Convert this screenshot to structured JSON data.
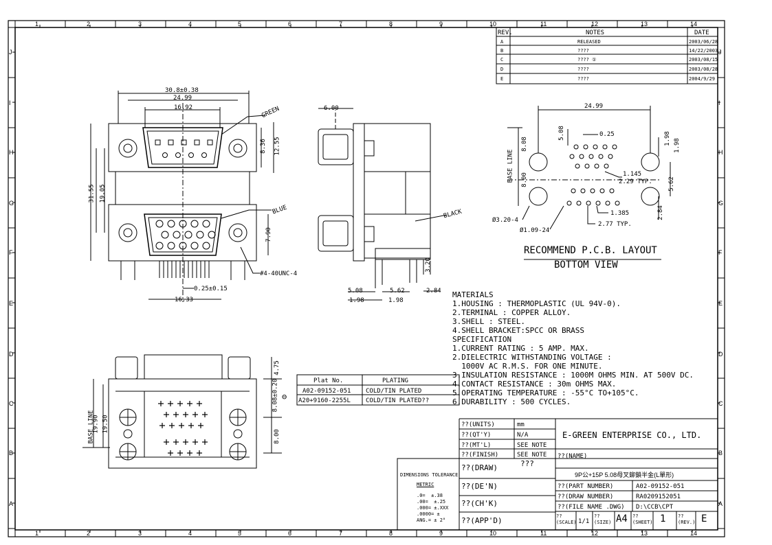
{
  "frame": {
    "cols_top": [
      "1",
      "2",
      "3",
      "4",
      "5",
      "6",
      "7",
      "8",
      "9",
      "10",
      "11",
      "12",
      "13",
      "14"
    ],
    "cols_bottom": [
      "1",
      "2",
      "3",
      "4",
      "5",
      "6",
      "7",
      "8",
      "9",
      "10",
      "11",
      "12",
      "13",
      "14"
    ],
    "rows_left": [
      "J",
      "I",
      "H",
      "G",
      "F",
      "E",
      "D",
      "C",
      "B",
      "A"
    ],
    "rows_right": [
      "J",
      "I",
      "H",
      "G",
      "F",
      "E",
      "D",
      "C",
      "B",
      "A"
    ]
  },
  "revision_table": {
    "headers": [
      "REV.",
      "NOTES",
      "DATE"
    ],
    "rows": [
      {
        "rev": "A",
        "note": "RELEASED",
        "date": "2003/06/28"
      },
      {
        "rev": "B",
        "note": "????",
        "date": "14/22/2003"
      },
      {
        "rev": "C",
        "note": "????      ①",
        "date": "2003/08/15"
      },
      {
        "rev": "D",
        "note": "????",
        "date": "2003/08/28"
      },
      {
        "rev": "E",
        "note": "????",
        "date": "2004/9/29"
      }
    ]
  },
  "front_view": {
    "dims": {
      "overall_width": "30.8±0.38",
      "pitch_outer": "24.99",
      "pitch_inner": "16.92",
      "h_8_36": "8.36",
      "h_12_55": "12.55",
      "v_31_55": "31.55",
      "v_19_05": "19.05",
      "h_7_90": "7.90",
      "tol_025": "0.25±0.15",
      "w_16_33": "16.33"
    },
    "labels": {
      "green": "GREEN",
      "blue": "BLUE",
      "screw": "#4-40UNC-4"
    }
  },
  "side_view": {
    "dims": {
      "d600": "6.00",
      "d508": "5.08",
      "d562": "5.62",
      "d284": "2.84",
      "d320": "3.20",
      "d198a": "1.98",
      "d198b": "1.98"
    },
    "labels": {
      "black": "BLACK"
    }
  },
  "pcb_layout": {
    "dims": {
      "w2499": "24.99",
      "d025": "0.25",
      "d508": "5.08",
      "d808": "8.08",
      "d800": "8.00",
      "d198a": "1.98",
      "d198b": "1.98",
      "d1145": "1.145",
      "d229": "2.29 TYP.",
      "d562": "5.62",
      "d1385": "1.385",
      "d277": "2.77 TYP.",
      "d284": "2.84",
      "hole_large": "Ø3.20-4",
      "hole_small": "Ø1.09-24"
    },
    "base_line": "BASE LINE",
    "title_line1": "RECOMMEND P.C.B. LAYOUT",
    "title_line2": "BOTTOM VIEW"
  },
  "bottom_view": {
    "dims": {
      "d1990a": "19.90",
      "d1990b": "19.50",
      "d475": "4.75",
      "d808": "8.08±0.20",
      "d800": "8.00"
    },
    "base_line": "BASE LINE",
    "circle_mark": "⊖"
  },
  "materials": [
    "MATERIALS",
    "1.HOUSING : THERMOPLASTIC (UL 94V-0).",
    "2.TERMINAL : COPPER ALLOY.",
    "3.SHELL : STEEL.",
    "4.SHELL BRACKET:SPCC OR BRASS",
    "SPECIFICATION",
    "1.CURRENT RATING : 5 AMP. MAX.",
    "2.DIELECTRIC WITHSTANDING VOLTAGE :",
    "  1000V AC R.M.S. FOR ONE MINUTE.",
    "3.INSULATION RESISTANCE : 1000M OHMS MIN. AT 500V DC.",
    "4.CONTACT RESISTANCE : 30m OHMS MAX.",
    "5.OPERATING TEMPERATURE : -55°C TO+105°C.",
    "6.DURABILITY : 500 CYCLES."
  ],
  "plating_table": {
    "headers": [
      "Plat No.",
      "PLATING"
    ],
    "rows": [
      [
        "A02-09152-051",
        "COLD/TIN PLATED"
      ],
      [
        "A20+9160-2255L",
        "COLD/TIN PLATED??"
      ]
    ]
  },
  "title_block": {
    "units_label": "??(UNITS)",
    "units_value": "mm",
    "qty_label": "??(QT'Y)",
    "qty_value": "N/A",
    "mtl_label": "??(MT'L)",
    "mtl_value": "SEE NOTE",
    "finish_label": "??(FINISH)",
    "finish_value": "SEE NOTE",
    "company": "E-GREEN ENTERPRISE CO., LTD.",
    "name_label": "??(NAME)",
    "name_value": "9P公+15P 5.08母叉鉚鎖半金(L單形)",
    "draw_label": "??(DRAW)",
    "draw_value": "???",
    "de_label": "??(DE'N)",
    "ck_label": "??(CH'K)",
    "app_label": "??(APP'D)",
    "part_label": "??(PART NUMBER)",
    "part_value": "A02-09152-051",
    "drawnum_label": "??(DRAW NUMBER)",
    "drawnum_value": "RA0209152051",
    "file_label": "??(FILE NAME .DWG)",
    "file_value": "D:\\CCB\\CPT",
    "scale_label": "??\n(SCALE)",
    "scale_value": "1/1",
    "size_label": "??\n(SIZE)",
    "size_value": "A4",
    "sheet_label": "??\n(SHEET)",
    "sheet_value": "1",
    "rev_label": "??\n(REV.)",
    "rev_value": "E",
    "tolerance_title": "DIMENSIONS TOLERANCE",
    "metric": "METRIC",
    "tol_lines": [
      ".0=  ±.38",
      ".00=  ±.25",
      ".000= ±.XXX",
      ".0000= ±",
      "ANG.= ± 2°"
    ]
  }
}
